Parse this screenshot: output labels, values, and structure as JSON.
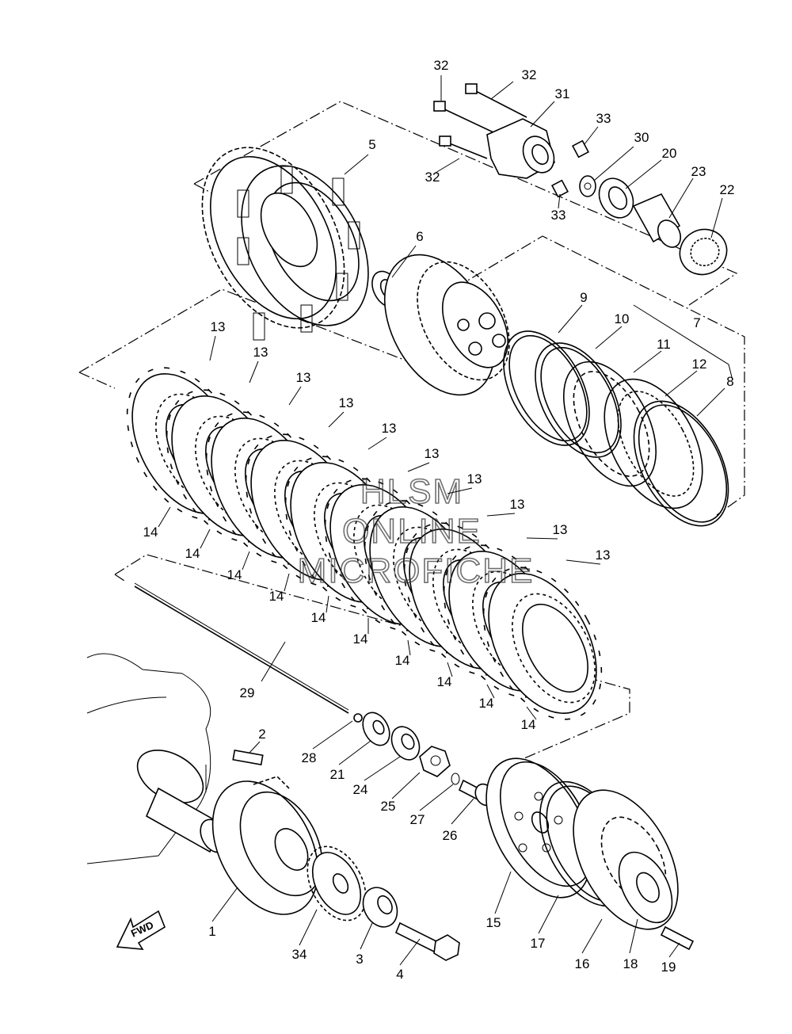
{
  "watermark": {
    "line1": "HLSM",
    "line2": "ONLINE",
    "line3": "MICROFICHE"
  },
  "arrow_label": "FWD",
  "parts": [
    {
      "id": "p1",
      "number": "1"
    },
    {
      "id": "p2",
      "number": "2"
    },
    {
      "id": "p3",
      "number": "3"
    },
    {
      "id": "p4",
      "number": "4"
    },
    {
      "id": "p5",
      "number": "5"
    },
    {
      "id": "p6",
      "number": "6"
    },
    {
      "id": "p7",
      "number": "7"
    },
    {
      "id": "p8",
      "number": "8"
    },
    {
      "id": "p9",
      "number": "9"
    },
    {
      "id": "p10",
      "number": "10"
    },
    {
      "id": "p11",
      "number": "11"
    },
    {
      "id": "p12",
      "number": "12"
    },
    {
      "id": "p13",
      "number": "13"
    },
    {
      "id": "p14",
      "number": "14"
    },
    {
      "id": "p15",
      "number": "15"
    },
    {
      "id": "p16",
      "number": "16"
    },
    {
      "id": "p17",
      "number": "17"
    },
    {
      "id": "p18",
      "number": "18"
    },
    {
      "id": "p19",
      "number": "19"
    },
    {
      "id": "p20",
      "number": "20"
    },
    {
      "id": "p21",
      "number": "21"
    },
    {
      "id": "p22",
      "number": "22"
    },
    {
      "id": "p23",
      "number": "23"
    },
    {
      "id": "p24",
      "number": "24"
    },
    {
      "id": "p25",
      "number": "25"
    },
    {
      "id": "p26",
      "number": "26"
    },
    {
      "id": "p27",
      "number": "27"
    },
    {
      "id": "p28",
      "number": "28"
    },
    {
      "id": "p29",
      "number": "29"
    },
    {
      "id": "p30",
      "number": "30"
    },
    {
      "id": "p31",
      "number": "31"
    },
    {
      "id": "p32",
      "number": "32"
    },
    {
      "id": "p33",
      "number": "33"
    },
    {
      "id": "p34",
      "number": "34"
    }
  ]
}
